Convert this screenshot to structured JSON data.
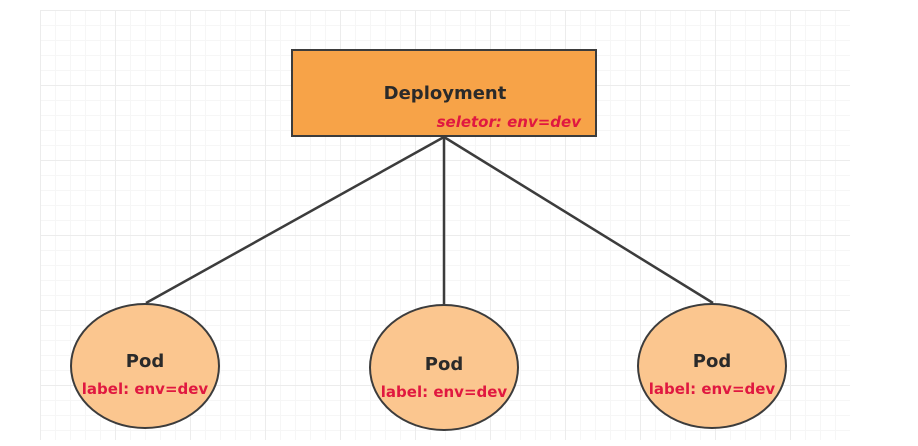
{
  "deployment": {
    "title": "Deployment",
    "selector": "seletor:  env=dev"
  },
  "pods": [
    {
      "title": "Pod",
      "label": "label: env=dev"
    },
    {
      "title": "Pod",
      "label": "label: env=dev"
    },
    {
      "title": "Pod",
      "label": "label: env=dev"
    }
  ],
  "colors": {
    "deployment_fill": "#f7a348",
    "pod_fill": "#fbc68f",
    "outline": "#3c3c3c",
    "highlight_text": "#e01840",
    "grid_line": "#ececec"
  }
}
